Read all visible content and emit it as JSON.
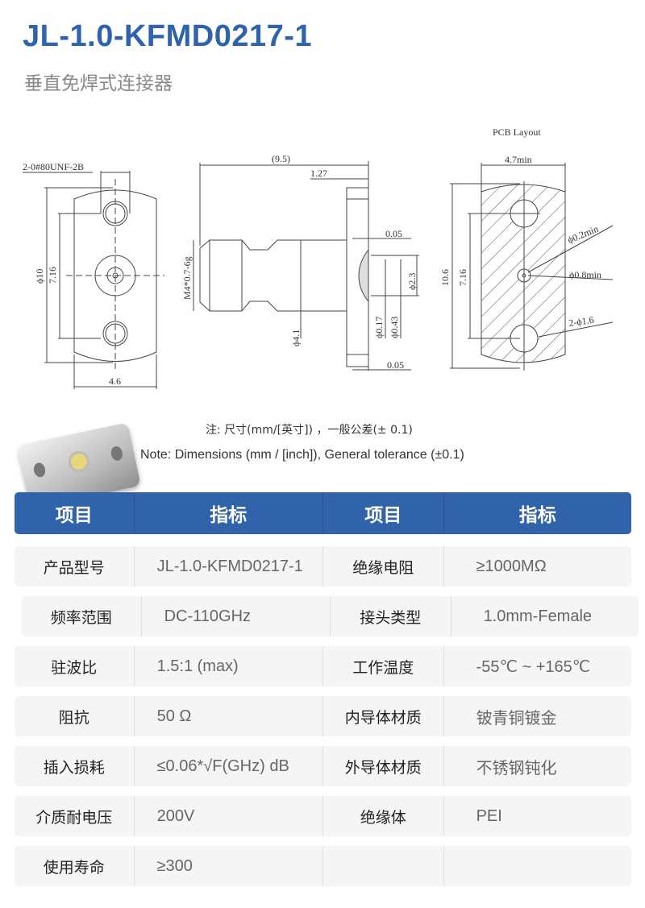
{
  "title": "JL-1.0-KFMD0217-1",
  "subtitle": "垂直免焊式连接器",
  "drawing": {
    "front": {
      "thread": "2-0#80UNF-2B",
      "dia": "ϕ10",
      "pitch": "7.16",
      "width": "4.6"
    },
    "side": {
      "length": "(9.5)",
      "flange": "1.27",
      "thread": "M4*0.7-6g",
      "body_dia": "ϕ4.1",
      "gap_top": "0.05",
      "gap_bottom": "0.05",
      "d1": "ϕ0.17",
      "d2": "ϕ0.43",
      "d3": "ϕ2.3"
    },
    "pcb": {
      "label": "PCB Layout",
      "width": "4.7min",
      "height": "10.6",
      "pitch": "7.16",
      "pin": "ϕ0.2min",
      "pad": "ϕ0.8min",
      "holes": "2-ϕ1.6"
    }
  },
  "notes": {
    "cn": "注: 尺寸(mm/[英寸]) ，一般公差(± 0.1)",
    "en": "Note: Dimensions (mm / [inch]), General tolerance (±0.1)"
  },
  "table": {
    "headers": [
      "项目",
      "指标",
      "项目",
      "指标"
    ],
    "rows": [
      [
        "产品型号",
        "JL-1.0-KFMD0217-1",
        "绝缘电阻",
        "≥1000MΩ"
      ],
      [
        "频率范围",
        "DC-110GHz",
        "接头类型",
        "1.0mm-Female"
      ],
      [
        "驻波比",
        "1.5:1 (max)",
        "工作温度",
        "-55℃ ~ +165℃"
      ],
      [
        "阻抗",
        "50 Ω",
        "内导体材质",
        "铍青铜镀金"
      ],
      [
        "插入损耗",
        "≤0.06*√F(GHz) dB",
        "外导体材质",
        "不锈钢钝化"
      ],
      [
        "介质耐电压",
        "200V",
        "绝缘体",
        "PEI"
      ],
      [
        "使用寿命",
        "≥300",
        "",
        ""
      ]
    ]
  },
  "colors": {
    "accent": "#3163ab",
    "row_bg": "#f5f5f5"
  }
}
